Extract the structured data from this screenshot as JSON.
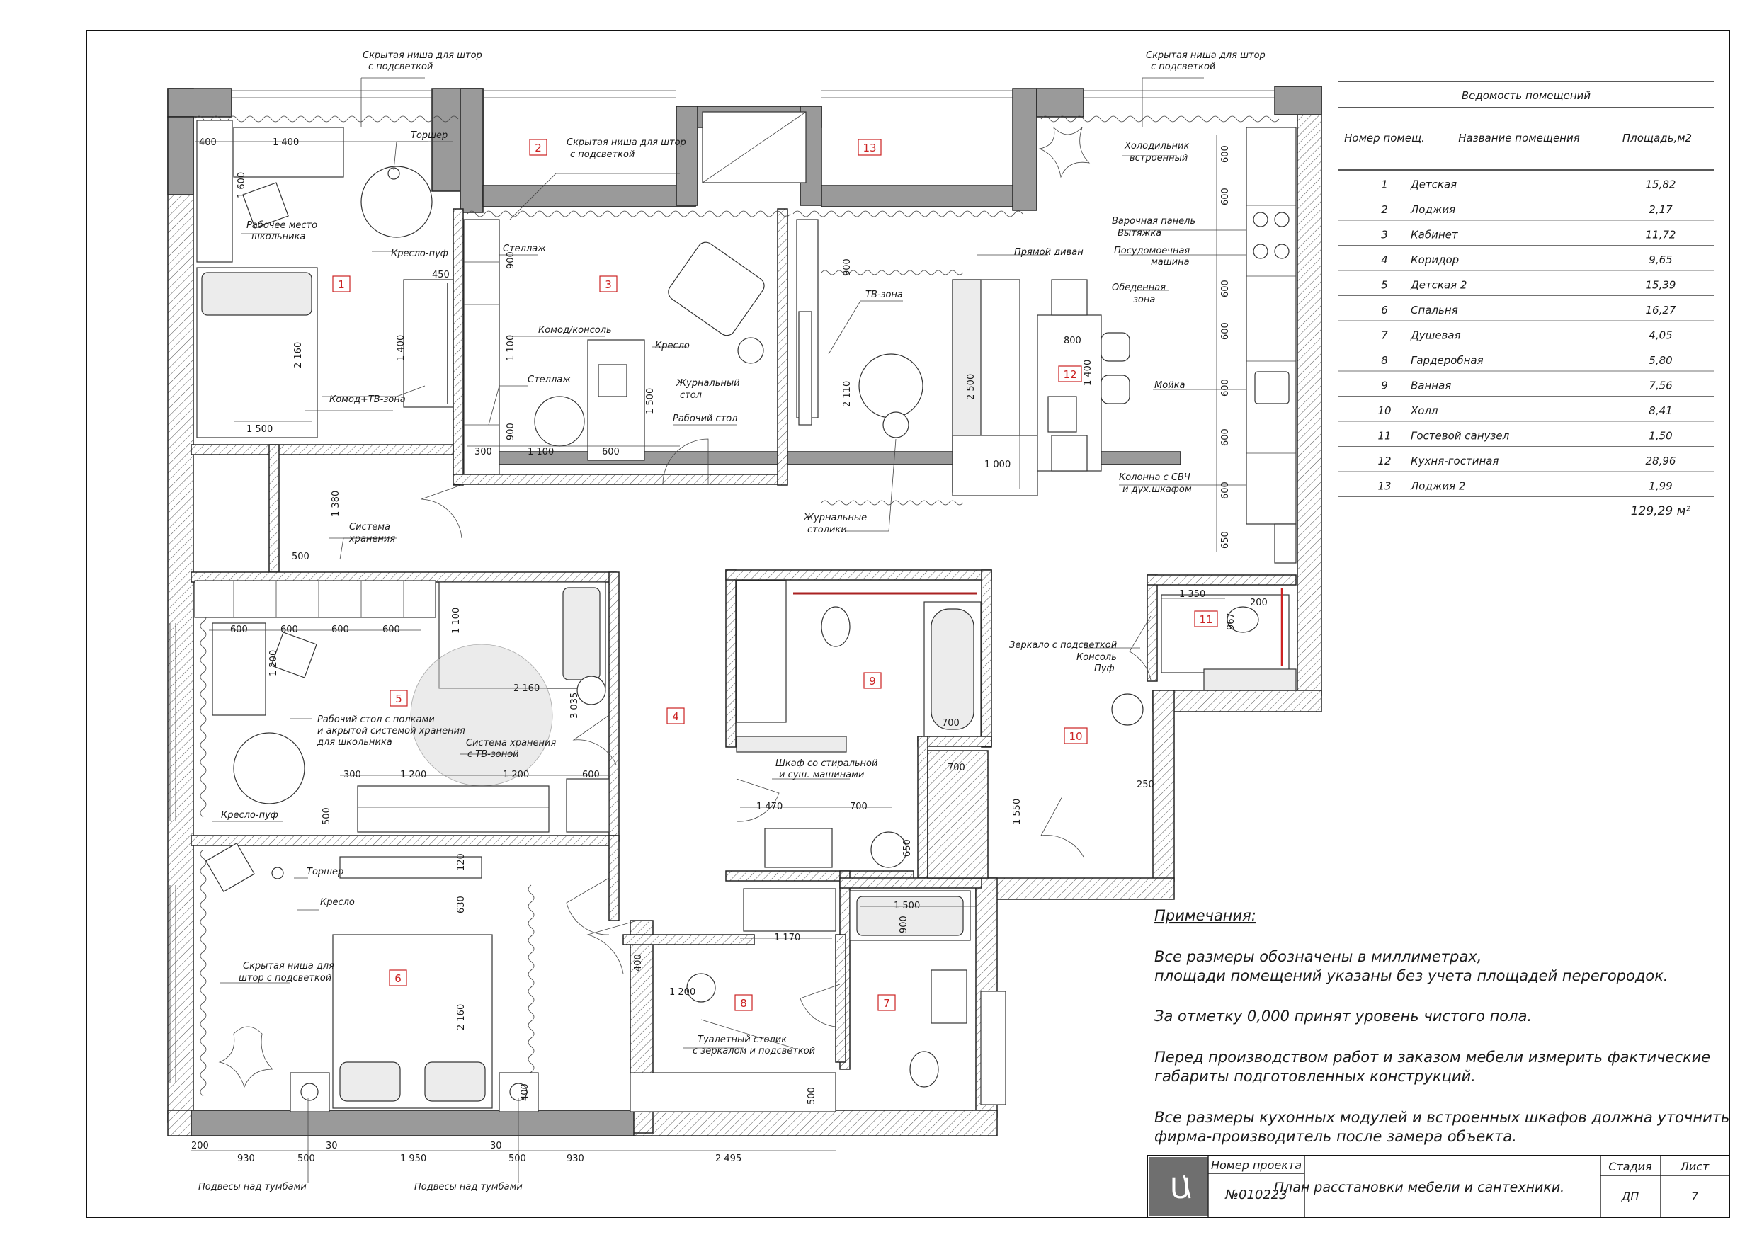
{
  "notes": {
    "heading": "Примечания:",
    "line1a": "Все размеры обозначены в миллиметрах,",
    "line1b": "площади помещений указаны без учета площадей перегородок.",
    "line2": "За отметку 0,000 принят уровень чистого пола.",
    "line3a": "Перед производством работ и заказом мебели измерить фактические",
    "line3b": "габариты подготовленных конструкций.",
    "line4a": "Все размеры кухонных модулей и встроенных шкафов должна уточнить",
    "line4b": "фирма-производитель после замера объекта."
  },
  "room_schedule": {
    "title": "Ведомость помещений",
    "headers": [
      "Номер помещ.",
      "Название помещения",
      "Площадь,м2"
    ],
    "rows": [
      {
        "num": "1",
        "name": "Детская",
        "area": "15,82"
      },
      {
        "num": "2",
        "name": "Лоджия",
        "area": "2,17"
      },
      {
        "num": "3",
        "name": "Кабинет",
        "area": "11,72"
      },
      {
        "num": "4",
        "name": "Коридор",
        "area": "9,65"
      },
      {
        "num": "5",
        "name": "Детская 2",
        "area": "15,39"
      },
      {
        "num": "6",
        "name": "Спальня",
        "area": "16,27"
      },
      {
        "num": "7",
        "name": "Душевая",
        "area": "4,05"
      },
      {
        "num": "8",
        "name": "Гардеробная",
        "area": "5,80"
      },
      {
        "num": "9",
        "name": "Ванная",
        "area": "7,56"
      },
      {
        "num": "10",
        "name": "Холл",
        "area": "8,41"
      },
      {
        "num": "11",
        "name": "Гостевой санузел",
        "area": "1,50"
      },
      {
        "num": "12",
        "name": "Кухня-гостиная",
        "area": "28,96"
      },
      {
        "num": "13",
        "name": "Лоджия 2",
        "area": "1,99"
      }
    ],
    "total": "129,29 м²"
  },
  "title_block": {
    "logo": "U",
    "project_label": "Номер проекта",
    "project_number": "№010223",
    "sheet_title": "План расстановки мебели и сантехники.",
    "stage_label": "Стадия",
    "stage_value": "ДП",
    "sheet_label": "Лист",
    "sheet_value": "7"
  },
  "room_numbers": {
    "r1": "1",
    "r2": "2",
    "r3": "3",
    "r4": "4",
    "r5": "5",
    "r6": "6",
    "r7": "7",
    "r8": "8",
    "r9": "9",
    "r10": "10",
    "r11": "11",
    "r12": "12",
    "r13": "13"
  },
  "labels": {
    "curtain_niche_1": "Скрытая ниша для штор",
    "curtain_niche_1b": "с подсветкой",
    "curtain_niche_2": "Скрытая ниша для штор",
    "curtain_niche_2b": "с подсветкой",
    "curtain_niche_3": "Скрытая ниша для штор",
    "curtain_niche_3b": "с подсветкой",
    "curtain_niche_4": "Скрытая ниша для",
    "curtain_niche_4b": "штор с подсветкой",
    "floor_lamp_1": "Торшер",
    "floor_lamp_2": "Торшер",
    "workplace": "Рабочее место",
    "workplace_b": "школьника",
    "pouf_chair_1": "Кресло-пуф",
    "pouf_chair_2": "Кресло-пуф",
    "chest_tv": "Комод+ТВ-зона",
    "storage_system": "Система",
    "storage_system_b": "хранения",
    "shelf_1": "Стеллаж",
    "shelf_2": "Стеллаж",
    "chest_console": "Комод/консоль",
    "armchair_1": "Кресло",
    "armchair_2": "Кресло",
    "coffee_table": "Журнальный",
    "coffee_table_b": "стол",
    "work_table": "Рабочий стол",
    "tv_zone": "ТВ-зона",
    "coffee_tables": "Журнальные",
    "coffee_tables_b": "столики",
    "fridge": "Холодильник",
    "fridge_b": "встроенный",
    "hob": "Варочная панель",
    "hob_b": "Вытяжка",
    "dishwasher": "Посудомоечная",
    "dishwasher_b": "машина",
    "sofa": "Прямой диван",
    "dining": "Обеденная",
    "dining_b": "зона",
    "sink": "Мойка",
    "oven": "Колонна с СВЧ",
    "oven_b": "и дух.шкафом",
    "mirror": "Зеркало с подсветкой",
    "console": "Консоль",
    "pouf": "Пуф",
    "desk_shelves": "Рабочий стол с полками",
    "desk_shelves_b": "и акрытой системой хранения",
    "desk_shelves_c": "для школьника",
    "storage_tv": "Система хранения",
    "storage_tv_b": "с ТВ-зоной",
    "washer": "Шкаф со стиральной",
    "washer_b": "и суш. машинами",
    "dressing_table": "Туалетный столик",
    "dressing_table_b": "с зеркалом и подсветкой",
    "pendants_1": "Подвесы над тумбами",
    "pendants_2": "Подвесы над тумбами"
  },
  "dimensions": {
    "d400": "400",
    "d1400": "1 400",
    "d1600": "1 600",
    "d450": "450",
    "d2160a": "2 160",
    "d1500a": "1 500",
    "d1400b": "1 400",
    "d1380": "1 380",
    "d500a": "500",
    "d900a": "900",
    "d1100a": "1 100",
    "d900b": "900",
    "d300a": "300",
    "d1100b": "1 100",
    "d600a": "600",
    "d1500b": "1 500",
    "d900c": "900",
    "d2110": "2 110",
    "d2500": "2 500",
    "d1000": "1 000",
    "d800": "800",
    "d1400c": "1 400",
    "d600k1": "600",
    "d600k2": "600",
    "d600k3": "600",
    "d600k4": "600",
    "d600k5": "600",
    "d600k6": "600",
    "d600k7": "600",
    "d650": "650",
    "d600r1": "600",
    "d600r2": "600",
    "d600r3": "600",
    "d600r4": "600",
    "d1200a": "1 200",
    "d1100c": "1 100",
    "d2160b": "2 160",
    "d3035": "3 035",
    "d300b": "300",
    "d1200b": "1 200",
    "d1200c": "1 200",
    "d600b": "600",
    "d500b": "500",
    "d1350": "1 350",
    "d200": "200",
    "d967": "967",
    "d250": "250",
    "d1550": "1 550",
    "d700a": "700",
    "d700b": "700",
    "d1470": "1 470",
    "d700c": "700",
    "d650b": "650",
    "d1500c": "1 500",
    "d900d": "900",
    "d1170": "1 170",
    "d400b": "400",
    "d1200d": "1 200",
    "d500c": "500",
    "d630": "630",
    "d120": "120",
    "d2160c": "2 160",
    "d400c": "400",
    "d200b": "200",
    "d930a": "930",
    "d500d": "500",
    "d30a": "30",
    "d1950": "1 950",
    "d30b": "30",
    "d500e": "500",
    "d930b": "930",
    "d2495": "2 495"
  }
}
